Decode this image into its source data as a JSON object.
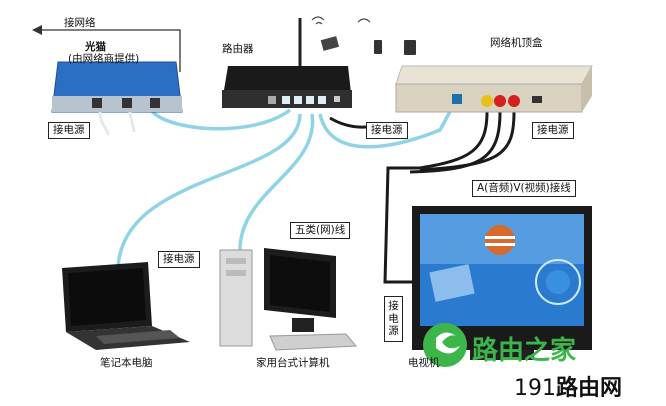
{
  "labels": {
    "internet": "接网络",
    "modem": "光猫",
    "modem_sub": "(由网络商提供)",
    "router": "路由器",
    "stb": "网络机顶盒",
    "power": "接电源",
    "av_cable": "A(音频)V(视频)接线",
    "cat5_cable": "五类(网)线",
    "laptop": "笔记本电脑",
    "desktop": "家用台式计算机",
    "tv": "电视机"
  },
  "watermark": {
    "brand": "路由之家",
    "site_num": "191",
    "site_text": "路由网"
  },
  "colors": {
    "cable": "#8fd3e6",
    "cable_dark": "#1a1a1a",
    "accent_green": "#3cb54a",
    "red": "#d42020"
  }
}
